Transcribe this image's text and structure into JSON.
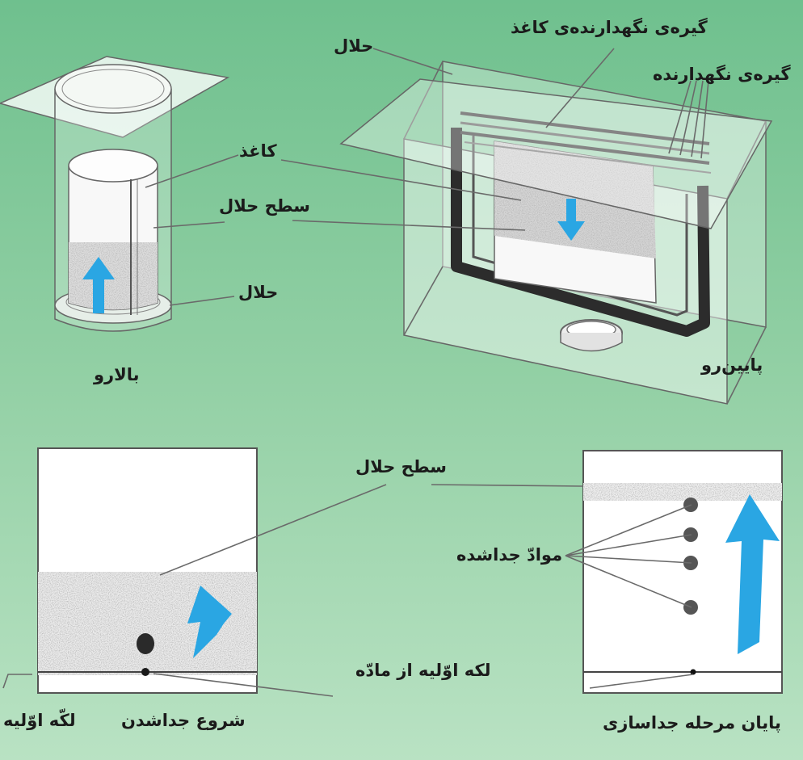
{
  "labels": {
    "solvent_top_right": "حلال",
    "paper_clip": "گیره‌ی نگهدارنده‌ی کاغذ",
    "holder_clip": "گیره‌ی نگهدارنده",
    "paper": "کاغذ",
    "solvent_surface_top": "سطح حلال",
    "solvent_left": "حلال",
    "ascending": "بالارو",
    "descending": "پایین‌رو",
    "solvent_surface_bottom": "سطح حلال",
    "separated_materials": "موادّ جداشده",
    "initial_spot_of_material": "لکه اوّلیه  از مادّه",
    "initial_spot": "لکّه اوّلیه",
    "start_separation": "شروع جداشدن",
    "end_separation": "پایان مرحله جداسازی"
  },
  "colors": {
    "arrow": "#2aa6e3",
    "background_top": "#6fc08e",
    "background_bottom": "#b9e2c3"
  }
}
